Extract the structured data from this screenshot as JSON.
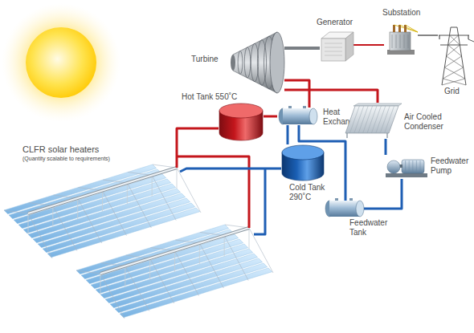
{
  "diagram": {
    "nodes": [
      {
        "text": [
          "CLFR solar heaters",
          "(Quantity scalable to requirements)"
        ]
      },
      {
        "text": [
          "Hot Tank 550˚C"
        ]
      },
      {
        "text": [
          "Heat Exchanger"
        ]
      },
      {
        "text": [
          "Cold Tank 290˚C"
        ]
      },
      {
        "text": [
          "Turbine"
        ]
      },
      {
        "text": [
          "Generator"
        ]
      },
      {
        "text": [
          "Substation"
        ]
      },
      {
        "text": [
          "Grid"
        ]
      },
      {
        "text": [
          "Air Cooled Condenser"
        ]
      },
      {
        "text": [
          "Feedwater Pump"
        ]
      },
      {
        "text": [
          "Feedwater Tank"
        ]
      }
    ],
    "edges": [
      {
        "from": 0,
        "to": 1,
        "arrow": "none"
      },
      {
        "from": 1,
        "to": 2,
        "arrow": "none"
      },
      {
        "from": 2,
        "to": 4,
        "arrow": "none"
      },
      {
        "from": 4,
        "to": 5,
        "arrow": "none"
      },
      {
        "from": 5,
        "to": 6,
        "arrow": "none"
      },
      {
        "from": 6,
        "to": 7,
        "arrow": "none"
      },
      {
        "from": 4,
        "to": 8,
        "arrow": "none"
      },
      {
        "from": 8,
        "to": 9,
        "arrow": "none"
      },
      {
        "from": 9,
        "to": 10,
        "arrow": "none"
      },
      {
        "from": 10,
        "to": 2,
        "arrow": "none"
      },
      {
        "from": 2,
        "to": 3,
        "arrow": "none"
      },
      {
        "from": 3,
        "to": 0,
        "arrow": "none"
      }
    ]
  }
}
